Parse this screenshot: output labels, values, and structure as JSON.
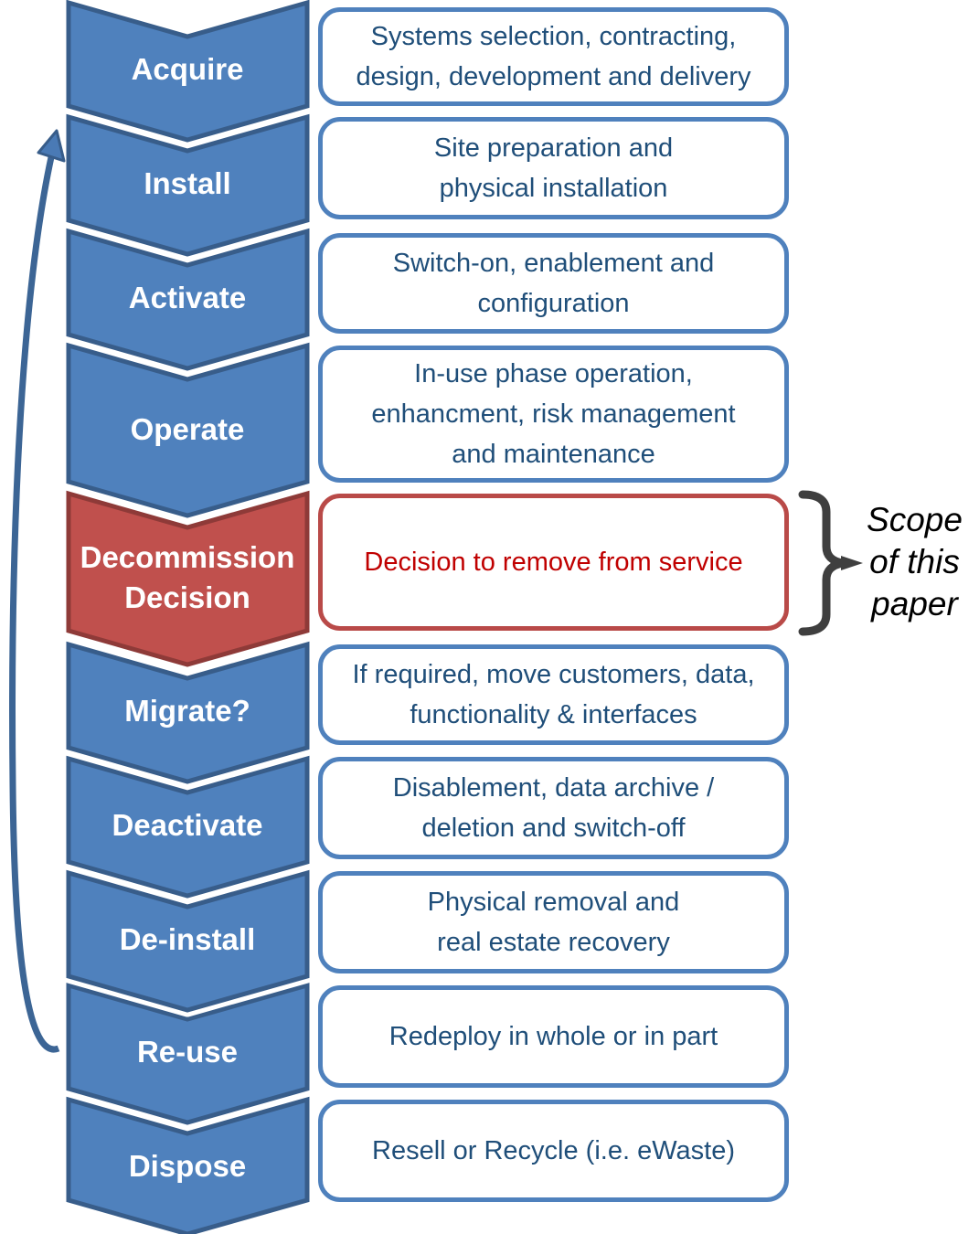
{
  "stages": [
    {
      "label": "Acquire",
      "variant": "blue",
      "desc_lines": [
        "Systems selection, contracting,",
        "design, development and delivery"
      ]
    },
    {
      "label": "Install",
      "variant": "blue",
      "desc_lines": [
        "Site preparation and",
        "physical installation"
      ]
    },
    {
      "label": "Activate",
      "variant": "blue",
      "desc_lines": [
        "Switch-on, enablement and",
        "configuration"
      ]
    },
    {
      "label": "Operate",
      "variant": "blue",
      "desc_lines": [
        "In-use phase operation,",
        "enhancment, risk management",
        "and maintenance"
      ]
    },
    {
      "label": "Decommission Decision",
      "variant": "red",
      "desc_lines": [
        "Decision to remove from service"
      ]
    },
    {
      "label": "Migrate?",
      "variant": "blue",
      "desc_lines": [
        "If required, move customers, data,",
        "functionality & interfaces"
      ]
    },
    {
      "label": "Deactivate",
      "variant": "blue",
      "desc_lines": [
        "Disablement, data archive /",
        "deletion and switch-off"
      ]
    },
    {
      "label": "De-install",
      "variant": "blue",
      "desc_lines": [
        "Physical removal and",
        "real estate recovery"
      ]
    },
    {
      "label": "Re-use",
      "variant": "blue",
      "desc_lines": [
        "Redeploy in whole or in part"
      ]
    },
    {
      "label": "Dispose",
      "variant": "blue",
      "desc_lines": [
        "Resell or Recycle (i.e. eWaste)"
      ]
    }
  ],
  "annotation": {
    "lines": [
      "Scope",
      "of this",
      "paper"
    ]
  },
  "colors": {
    "chevron_blue": "#4f81bd",
    "chevron_blue_border": "#385d8a",
    "chevron_red": "#c0504d",
    "chevron_red_border": "#8e3a38",
    "box_border_blue": "#4f81bd",
    "box_border_red": "#b94a48",
    "box_text_blue": "#1f4e79",
    "box_text_red": "#c00000",
    "loop_arrow": "#3c6595",
    "bracket": "#3f3f3f",
    "annotation_text": "#000000"
  }
}
